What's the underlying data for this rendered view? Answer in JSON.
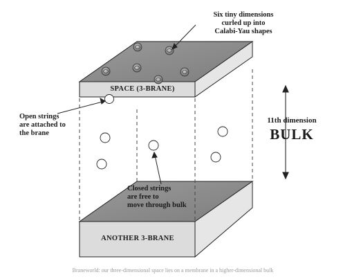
{
  "labels": {
    "calabi_yau": [
      "Six tiny dimensions",
      "curled up into",
      "Calabi-Yau shapes"
    ],
    "open_strings": [
      "Open strings",
      "are attached to",
      "the brane"
    ],
    "closed_strings": [
      "Closed strings",
      "are free to",
      "move through bulk"
    ],
    "space_brane": "SPACE (3-BRANE)",
    "another_brane": "ANOTHER 3-BRANE",
    "eleventh_dimension": "11th dimension",
    "bulk": "BULK"
  },
  "caption": "Braneworld: our three-dimensional space lies on a membrane in a higher-dimensional bulk",
  "colors": {
    "slab_top": "#8c8c8c",
    "slab_side": "#dcdcdc",
    "ink": "#1a1a1a",
    "dashed": "#444444"
  }
}
